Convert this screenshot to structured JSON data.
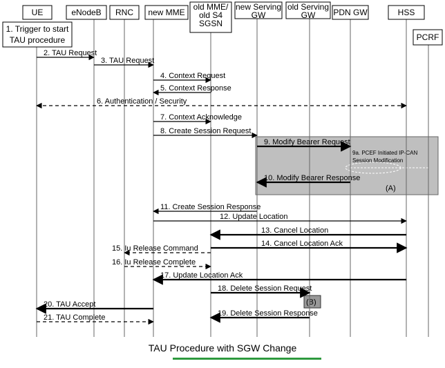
{
  "participants": [
    {
      "id": "ue",
      "label": "UE"
    },
    {
      "id": "enb",
      "label": "eNodeB"
    },
    {
      "id": "rnc",
      "label": "RNC"
    },
    {
      "id": "mme",
      "label": "new MME"
    },
    {
      "id": "old",
      "label": "old MME/ old S4 SGSN"
    },
    {
      "id": "nsgw",
      "label": "new Serving GW"
    },
    {
      "id": "osgw",
      "label": "old Serving GW"
    },
    {
      "id": "pdn",
      "label": "PDN GW"
    },
    {
      "id": "hss",
      "label": "HSS"
    },
    {
      "id": "pcrf",
      "label": "PCRF"
    }
  ],
  "step1": "1. Trigger to start TAU procedure",
  "messages": [
    {
      "label": "2. TAU Request",
      "from": "ue",
      "to": "enb",
      "style": "solid"
    },
    {
      "label": "3. TAU Request",
      "from": "enb",
      "to": "mme",
      "style": "solid"
    },
    {
      "label": "4. Context Request",
      "from": "mme",
      "to": "old",
      "style": "solid"
    },
    {
      "label": "5. Context Response",
      "from": "old",
      "to": "mme",
      "style": "solid"
    },
    {
      "label": "6. Authentication / Security",
      "from": "ue",
      "to": "hss",
      "style": "dashed-both"
    },
    {
      "label": "7. Context Acknowledge",
      "from": "mme",
      "to": "old",
      "style": "solid"
    },
    {
      "label": "8. Create Session Request",
      "from": "mme",
      "to": "nsgw",
      "style": "solid"
    },
    {
      "label": "9. Modify Bearer Request",
      "from": "nsgw",
      "to": "pdn",
      "style": "bold"
    },
    {
      "label": "10. Modify Bearer Response",
      "from": "pdn",
      "to": "nsgw",
      "style": "bold"
    },
    {
      "label": "11. Create Session Response",
      "from": "nsgw",
      "to": "mme",
      "style": "solid"
    },
    {
      "label": "12. Update Location",
      "from": "mme",
      "to": "hss",
      "style": "solid"
    },
    {
      "label": "13. Cancel Location",
      "from": "hss",
      "to": "old",
      "style": "bold"
    },
    {
      "label": "14. Cancel Location Ack",
      "from": "old",
      "to": "hss",
      "style": "bold"
    },
    {
      "label": "15. Iu Release Command",
      "from": "old",
      "to": "rnc",
      "style": "dashed"
    },
    {
      "label": "16. Iu Release Complete",
      "from": "rnc",
      "to": "old",
      "style": "dashed"
    },
    {
      "label": "17. Update Location Ack",
      "from": "hss",
      "to": "mme",
      "style": "bold"
    },
    {
      "label": "18. Delete Session Request",
      "from": "old",
      "to": "osgw",
      "style": "bold"
    },
    {
      "label": "19. Delete Session Response",
      "from": "osgw",
      "to": "old",
      "style": "bold"
    },
    {
      "label": "20. TAU Accept",
      "from": "mme",
      "to": "ue",
      "style": "bold"
    },
    {
      "label": "21. TAU Complete",
      "from": "ue",
      "to": "mme",
      "style": "dashed"
    }
  ],
  "box_a": {
    "note": "9a. PCEF Initiated IP-CAN Session Modification",
    "label": "(A)"
  },
  "box_b": {
    "label": "(B)"
  },
  "caption": "TAU Procedure with SGW Change",
  "colors": {
    "box_fill": "#bfbfbf",
    "caption_underline": "#2e9a3e"
  }
}
